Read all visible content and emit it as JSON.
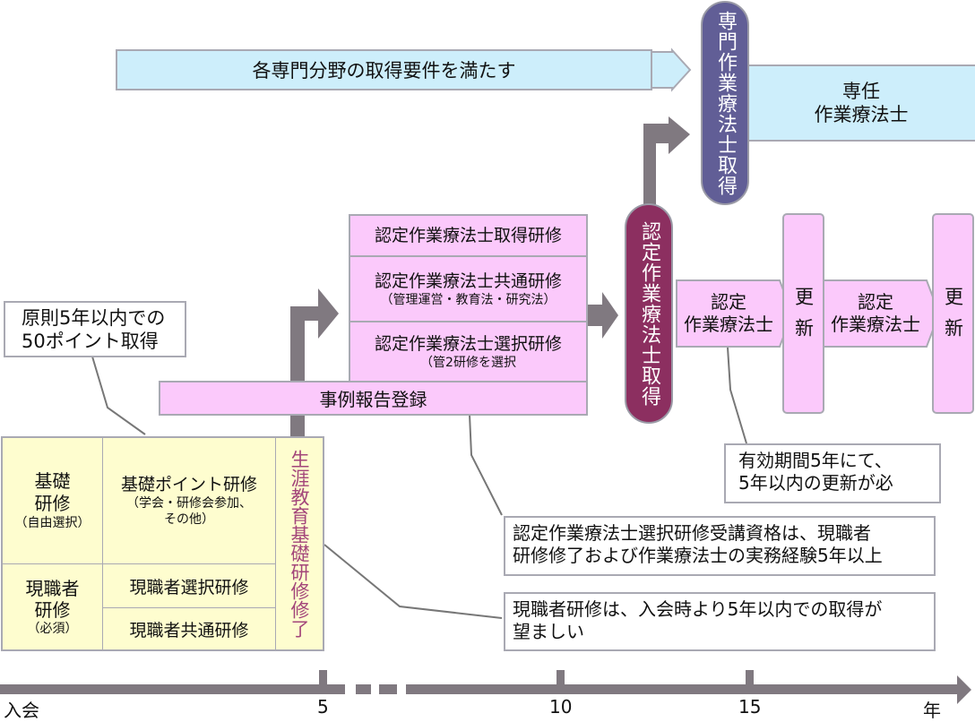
{
  "top_banner": {
    "label": "各専門分野の取得要件を満たす"
  },
  "specialist": {
    "pill_label": "専門作業療法士取得",
    "result_line1": "専任",
    "result_line2": "作業療法士"
  },
  "certified_training": {
    "rows": [
      {
        "title": "認定作業療法士取得研修",
        "sub": ""
      },
      {
        "title": "認定作業療法士共通研修",
        "sub": "（管理運営・教育法・研究法）"
      },
      {
        "title": "認定作業療法士選択研修",
        "sub": "（管2研修を選択"
      }
    ],
    "case_report": "事例報告登録"
  },
  "certified": {
    "pill_label": "認定作業療法士取得",
    "periods": [
      {
        "line1": "認定",
        "line2": "作業療法士"
      },
      {
        "line1": "認定",
        "line2": "作業療法士"
      }
    ],
    "renewals": [
      {
        "label": "更新"
      },
      {
        "label": "更新"
      }
    ]
  },
  "basic_training": {
    "kiso": {
      "title1": "基礎",
      "title2": "研修",
      "sub": "（自由選択）"
    },
    "kiso_point": {
      "title": "基礎ポイント研修",
      "sub1": "（学会・研修会参加、",
      "sub2": "その他）"
    },
    "genshoku": {
      "title1": "現職者",
      "title2": "研修",
      "sub": "（必須）"
    },
    "genshoku_select": "現職者選択研修",
    "genshoku_common": "現職者共通研修",
    "completion": "生涯教育基礎研修修了"
  },
  "notes": {
    "points": {
      "line1": "原則5年以内での",
      "line2": "50ポイント取得"
    },
    "validity": {
      "line1": "有効期間5年にて、",
      "line2": "5年以内の更新が必"
    },
    "eligibility": {
      "line1": "認定作業療法士選択研修受講資格は、現職者",
      "line2": "研修修了および作業療法士の実務経験5年以上"
    },
    "current_staff": {
      "line1": "現職者研修は、入会時より5年以内での取得が",
      "line2": "望ましい"
    }
  },
  "timeline": {
    "start_label": "入会",
    "ticks": [
      "5",
      "10",
      "15"
    ],
    "end_label": "年"
  },
  "colors": {
    "blue_fill": "#cdeefb",
    "pink_fill": "#fbc9fb",
    "yellow_fill": "#fefdcf",
    "specialist_pill": "#615e96",
    "certified_pill": "#8c2f60",
    "arrow_gray": "#807980",
    "completion_text": "#a3457a"
  }
}
